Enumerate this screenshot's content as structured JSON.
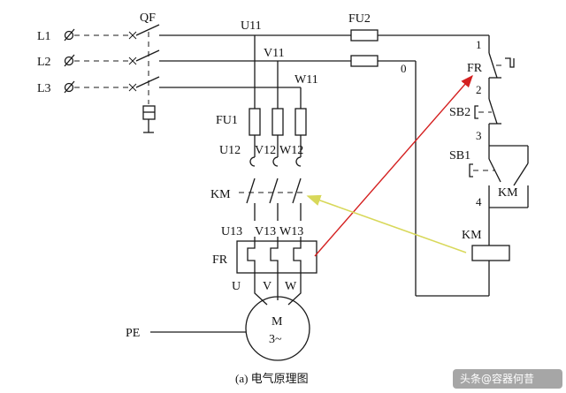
{
  "labels": {
    "L1": "L1",
    "L2": "L2",
    "L3": "L3",
    "QF": "QF",
    "U11": "U11",
    "V11": "V11",
    "W11": "W11",
    "FU1": "FU1",
    "FU2": "FU2",
    "U12": "U12",
    "V12": "V12",
    "W12": "W12",
    "KM_main": "KM",
    "U13": "U13",
    "V13": "V13",
    "W13": "W13",
    "FR_main": "FR",
    "U": "U",
    "V": "V",
    "W": "W",
    "motor_line1": "M",
    "motor_line2": "3~",
    "PE": "PE",
    "node0": "0",
    "node1": "1",
    "node2": "2",
    "node3": "3",
    "node4": "4",
    "FR_ctrl": "FR",
    "SB2": "SB2",
    "SB1": "SB1",
    "KM_aux": "KM",
    "KM_coil": "KM"
  },
  "caption": "(a) 电气原理图",
  "watermark": "头条@容器何昔",
  "colors": {
    "wire": "#1a1a1a",
    "red_arrow": "#d42020",
    "yellow_arrow": "#d8d85a",
    "background": "#ffffff"
  },
  "annotations": [
    {
      "from": "FR_main",
      "to": "FR_ctrl",
      "color": "red"
    },
    {
      "from": "KM_coil",
      "to": "KM_main",
      "color": "yellow"
    }
  ]
}
